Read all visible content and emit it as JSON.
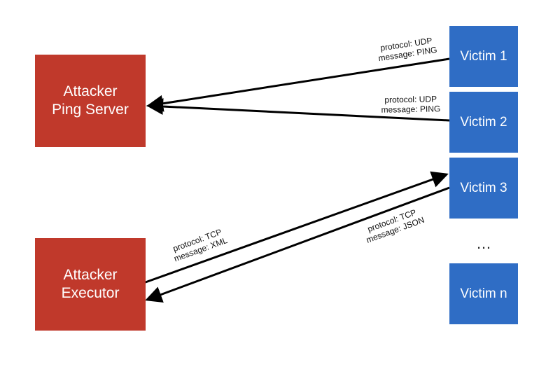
{
  "colors": {
    "attacker": "#c0392b",
    "victim": "#2f6dc5",
    "arrow": "#000000"
  },
  "attackers": {
    "ping_server": {
      "line1": "Attacker",
      "line2": "Ping Server"
    },
    "executor": {
      "line1": "Attacker",
      "line2": "Executor"
    }
  },
  "victims": {
    "v1": "Victim 1",
    "v2": "Victim 2",
    "v3": "Victim 3",
    "vn": "Victim n",
    "ellipsis": "…"
  },
  "connections": {
    "v1_to_ping": {
      "protocol": "protocol: UDP",
      "message": "message: PING"
    },
    "v2_to_ping": {
      "protocol": "protocol: UDP",
      "message": "message: PING"
    },
    "executor_to_v3": {
      "protocol": "protocol: TCP",
      "message": "message: XML"
    },
    "v3_to_executor": {
      "protocol": "protocol: TCP",
      "message": "message: JSON"
    }
  }
}
